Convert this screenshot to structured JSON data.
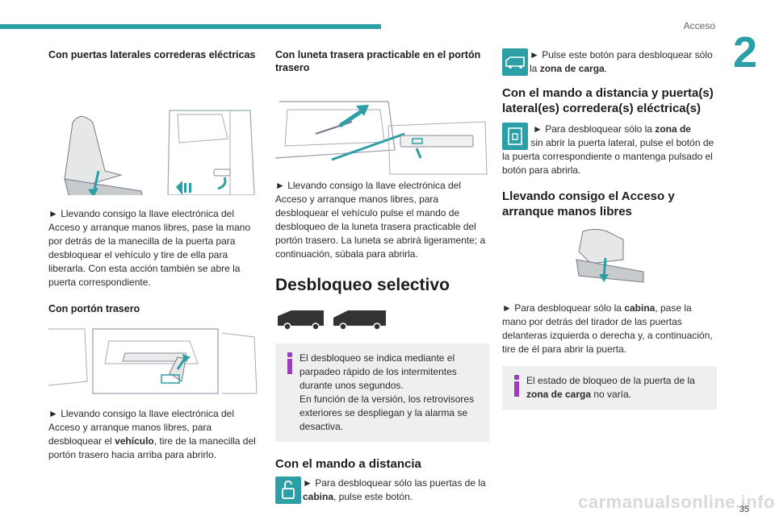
{
  "header": {
    "section": "Acceso",
    "chapter": "2"
  },
  "footer": {
    "page": "35",
    "watermark": "carmanualsonline.info"
  },
  "col1": {
    "h1": "Con puertas laterales correderas eléctricas",
    "p1": "► Llevando consigo la llave electrónica del Acceso y arranque manos libres, pase la mano por detrás de la manecilla de la puerta para desbloquear el vehículo y tire de ella para liberarla. Con esta acción también se abre la puerta correspondiente.",
    "h2": "Con portón trasero",
    "p2_pre": "► Llevando consigo la llave electrónica del Acceso y arranque manos libres, para desbloquear el ",
    "p2_bold": "vehículo",
    "p2_post": ", tire de la manecilla del portón trasero hacia arriba para abrirlo."
  },
  "col2": {
    "h1": "Con luneta trasera practicable en el portón trasero",
    "p1": "► Llevando consigo la llave electrónica del Acceso y arranque manos libres, para desbloquear el vehículo pulse el mando de desbloqueo de la luneta trasera practicable del portón trasero. La luneta se abrirá ligeramente; a continuación, súbala para abrirla.",
    "title": "Desbloqueo selectivo",
    "info": "El desbloqueo se indica mediante el parpadeo rápido de los intermitentes durante unos segundos.",
    "info2": "En función de la versión, los retrovisores exteriores se despliegan y la alarma se desactiva.",
    "h2": "Con el mando a distancia",
    "p2_pre": "► Para desbloquear sólo las puertas de la ",
    "p2_bold": "cabina",
    "p2_post": ", pulse este botón."
  },
  "col3": {
    "p1_pre": "► Pulse este botón para desbloquear sólo la ",
    "p1_bold": "zona de carga",
    "p1_post": ".",
    "h1": "Con el mando a distancia y puerta(s) lateral(es) corredera(s) eléctrica(s)",
    "p2_pre": "► Para desbloquear sólo la ",
    "p2_bold": "zona de carga",
    "p2_post": " sin abrir la puerta lateral, pulse el botón de la puerta correspondiente o mantenga pulsado el botón para abrirla.",
    "h2": "Llevando consigo el Acceso y arranque manos libres",
    "p3_pre": "► Para desbloquear sólo la ",
    "p3_bold": "cabina",
    "p3_post": ", pase la mano por detrás del tirador de las puertas delanteras izquierda o derecha y, a continuación, tire de él para abrir la puerta.",
    "info_pre": "El estado de bloqueo de la puerta de la ",
    "info_bold": "zona de carga",
    "info_post": " no varía."
  },
  "colors": {
    "accent": "#2b9fa5",
    "info": "#9d3cc0"
  }
}
